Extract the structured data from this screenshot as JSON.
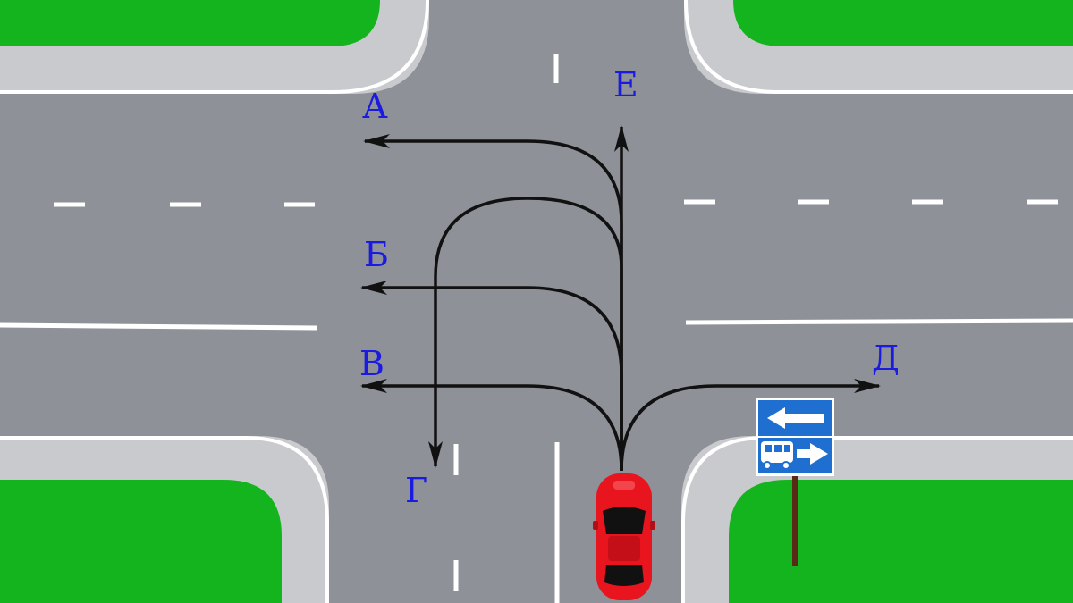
{
  "routes": {
    "a": {
      "label": "А"
    },
    "b": {
      "label": "Б"
    },
    "v": {
      "label": "В"
    },
    "g": {
      "label": "Г"
    },
    "d": {
      "label": "Д"
    },
    "e": {
      "label": "Е"
    }
  },
  "sign": {
    "background_color": "#1e6fd0",
    "symbol_color": "#ffffff",
    "top_arrow_direction": "left",
    "bottom_lane_vehicle": "bus-icon",
    "bottom_arrow_direction": "right"
  },
  "colors": {
    "asphalt": "#8e9198",
    "sidewalk": "#c9cacd",
    "grass": "#14b41e",
    "car": "#e8141e",
    "path": "#111111",
    "label": "#1a1ae0"
  }
}
